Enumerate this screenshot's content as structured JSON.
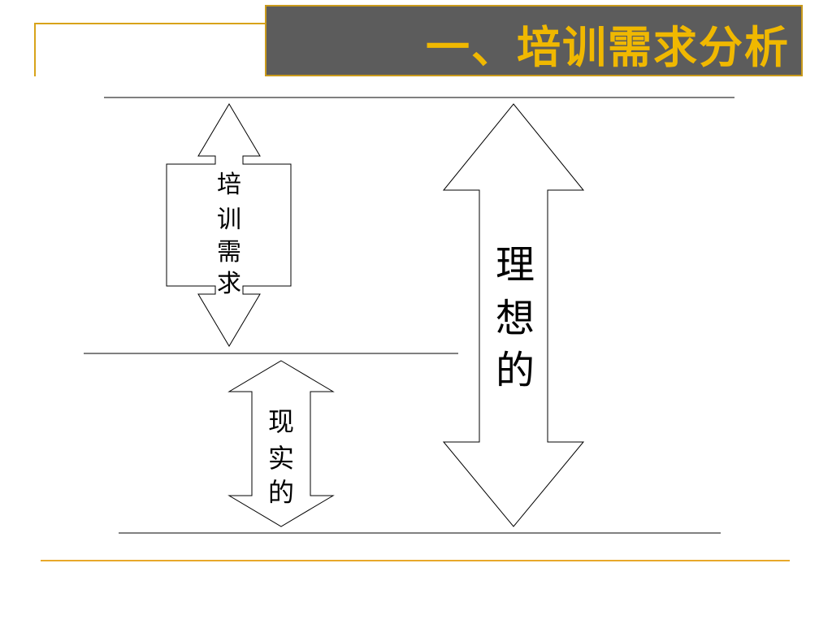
{
  "slide": {
    "title": "一、培训需求分析"
  },
  "diagram": {
    "label_training_need": [
      "培",
      "训",
      "需",
      "求"
    ],
    "label_reality": [
      "现",
      "实",
      "的"
    ],
    "label_ideal": [
      "理",
      "想",
      "的"
    ]
  },
  "colors": {
    "title_bar_bg": "#5c5c5c",
    "title_text": "#f0b800",
    "accent_line": "#e8a82a"
  }
}
